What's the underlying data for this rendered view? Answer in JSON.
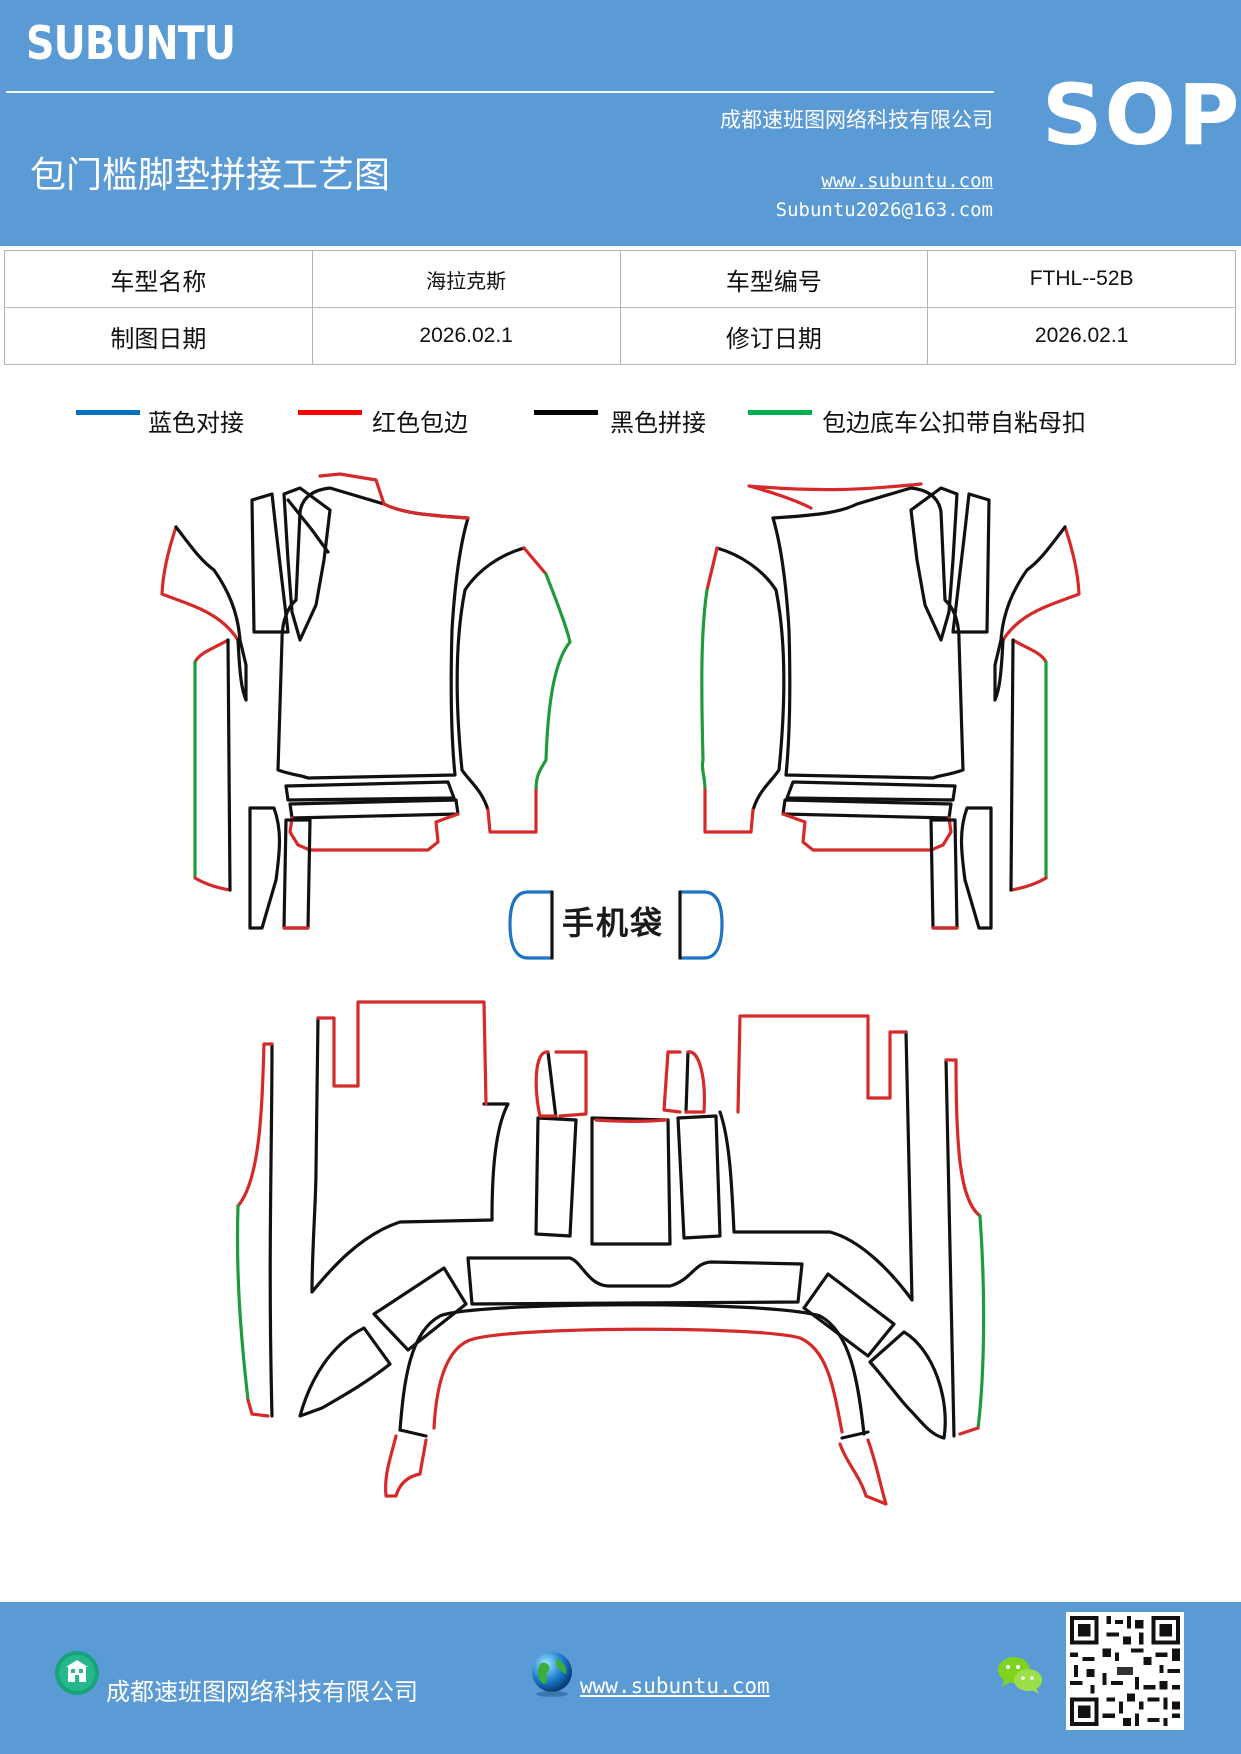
{
  "header": {
    "brand": "SUBUNTU",
    "company": "成都速班图网络科技有限公司",
    "title": "包门槛脚垫拼接工艺图",
    "website": "www.subuntu.com",
    "email": "Subuntu2026@163.com",
    "badge": "SOP"
  },
  "info_table": {
    "rows": [
      [
        {
          "k": "车型名称"
        },
        {
          "v": "海拉克斯"
        },
        {
          "k": "车型编号"
        },
        {
          "v": "FTHL--52B"
        }
      ],
      [
        {
          "k": "制图日期"
        },
        {
          "v": "2026.02.1"
        },
        {
          "k": "修订日期"
        },
        {
          "v": "2026.02.1"
        }
      ]
    ]
  },
  "legend": [
    {
      "label": "蓝色对接",
      "color": "#0070c0"
    },
    {
      "label": "红色包边",
      "color": "#ff0000"
    },
    {
      "label": "黑色拼接",
      "color": "#000000"
    },
    {
      "label": "包边底车公扣带自粘母扣",
      "color": "#00b050"
    }
  ],
  "diagram": {
    "phone_pocket_label": "手机袋",
    "stroke_colors": {
      "black": "#111111",
      "red": "#d42a2a",
      "green": "#1f9a3c",
      "blue": "#1f73c4"
    }
  },
  "footer": {
    "company": "成都速班图网络科技有限公司",
    "website": "www.subuntu.com "
  }
}
